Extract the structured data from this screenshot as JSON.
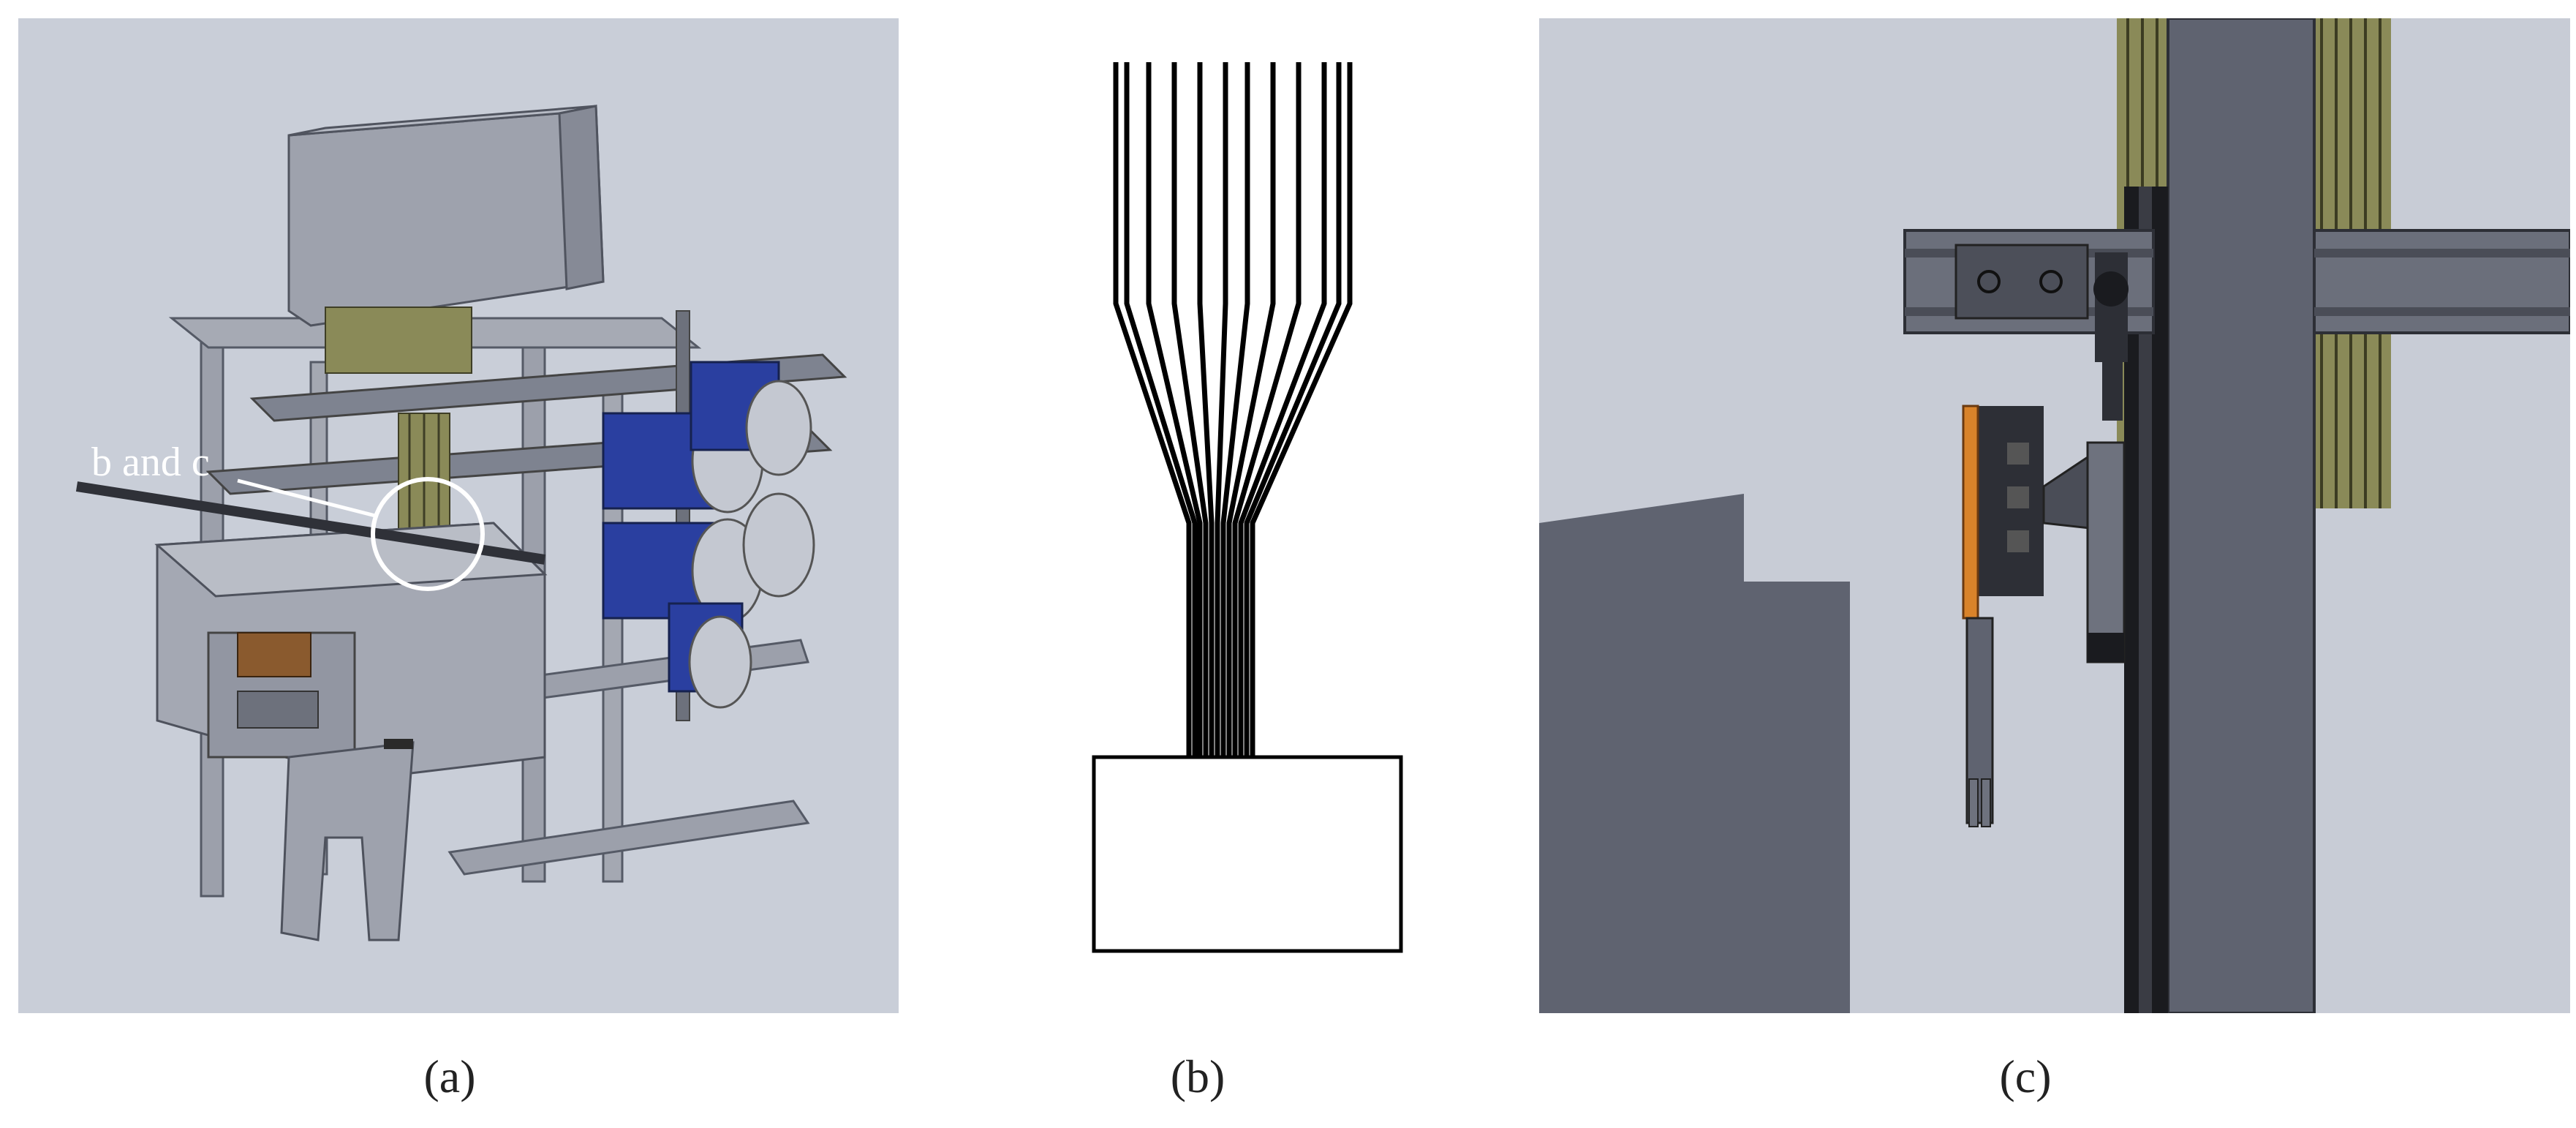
{
  "figure": {
    "panels": [
      {
        "id": "a",
        "caption": "(a)",
        "callout_label": "b and c"
      },
      {
        "id": "b",
        "caption": "(b)"
      },
      {
        "id": "c",
        "caption": "(c)"
      }
    ]
  },
  "colors": {
    "background_a": "#c9ced8",
    "machine_gray": "#8e93a0",
    "spool_blue": "#2a3fa0",
    "yarn_green": "#8a8a58",
    "background_c": "#c8ccd6",
    "dark_gray": "#5f6370",
    "accent_orange": "#d9832a"
  }
}
